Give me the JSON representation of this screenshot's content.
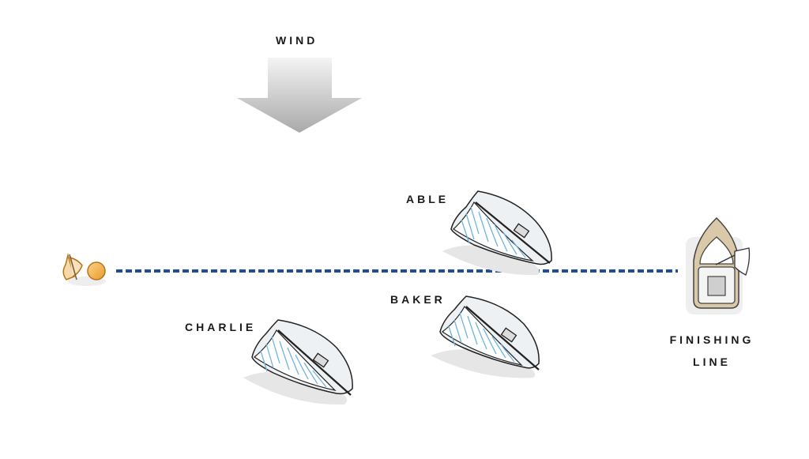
{
  "labels": {
    "wind": "WIND",
    "able": "ABLE",
    "baker": "BAKER",
    "charlie": "CHARLIE",
    "finishing_line_1": "FINISHING",
    "finishing_line_2": "LINE"
  },
  "colors": {
    "finish_line": "#1f4e9a",
    "buoy_fill": "#f4b24a",
    "buoy_stroke": "#b8731a",
    "sail_stripe": "#6fb4e0",
    "hull_fill": "#eef1f3",
    "hull_stroke": "#222222",
    "shadow": "#e6e6e6",
    "committee_boat_deck": "#d9c9a8",
    "wind_arrow": "#bdbdbd"
  },
  "icons": {
    "wind_arrow": "down-arrow-icon",
    "pin_end": "buoy-flag-icon",
    "committee_boat": "committee-boat-icon",
    "sailboat": "sailboat-icon"
  }
}
